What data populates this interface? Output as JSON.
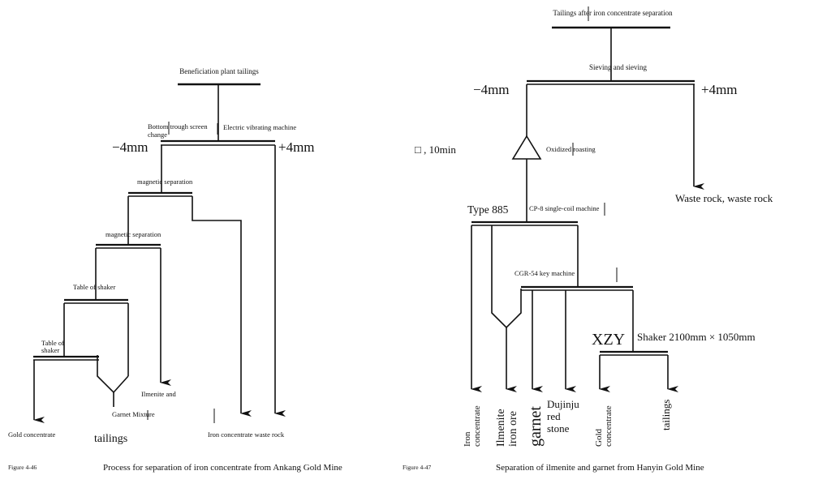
{
  "left": {
    "top_label": "Beneficiation plant tailings",
    "split_left_label_1": "Bottom trough screen",
    "split_left_label_2": "change",
    "split_right_label": "Electric vibrating machine",
    "minus_4mm": "−4mm",
    "plus_4mm": "+4mm",
    "mag1": "magnetic separation",
    "mag2": "magnetic separation",
    "shaker1": "Table of shaker",
    "shaker2_1": "Table of",
    "shaker2_2": "shaker",
    "ilmenite_and": "Ilmenite and",
    "garnet_mixture": "Garnet Mixture",
    "gold_concentrate": "Gold concentrate",
    "tailings": "tailings",
    "iron_waste": "Iron concentrate waste rock",
    "figure_no": "Figure 4-46",
    "caption": "Process for separation of iron concentrate from Ankang Gold Mine"
  },
  "right": {
    "top_label": "Tailings after iron concentrate separation",
    "sieving": "Sieving and sieving",
    "minus_4mm": "−4mm",
    "plus_4mm": "+4mm",
    "roast_time": "□ , 10min",
    "oxidized": "Oxidized roasting",
    "waste_rock": "Waste rock, waste rock",
    "type885": "Type 885",
    "cp8": "CP-8 single-coil machine",
    "cgr54": "CGR-54 key machine",
    "xzy": "XZY",
    "shaker": "Shaker 2100mm × 1050mm",
    "iron_conc_1": "Iron",
    "iron_conc_2": "concentrate",
    "ilmenite_1": "Ilmenite",
    "ilmenite_2": "iron ore",
    "garnet": "garnet",
    "dujinju_1": "Dujinju",
    "dujinju_2": "red",
    "dujinju_3": "stone",
    "gold_1": "Gold",
    "gold_2": "concentrate",
    "tailings": "tailings",
    "figure_no": "Figure 4-47",
    "caption": "Separation of ilmenite and garnet from Hanyin Gold Mine"
  }
}
